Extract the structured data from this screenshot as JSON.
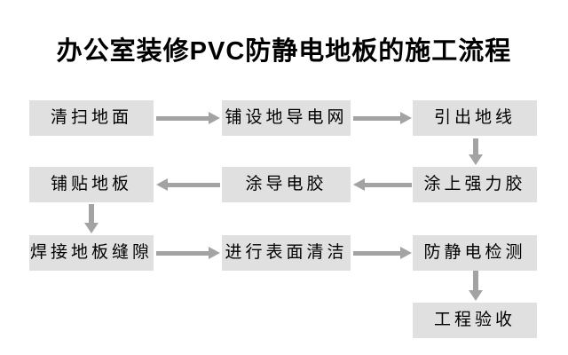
{
  "title": "办公室装修PVC防静电地板的施工流程",
  "flowchart": {
    "nodes": [
      {
        "id": "step-1",
        "label": "清扫地面"
      },
      {
        "id": "step-2",
        "label": "铺设地导电网"
      },
      {
        "id": "step-3",
        "label": "引出地线"
      },
      {
        "id": "step-4",
        "label": "涂上强力胶"
      },
      {
        "id": "step-5",
        "label": "涂导电胶"
      },
      {
        "id": "step-6",
        "label": "铺贴地板"
      },
      {
        "id": "step-7",
        "label": "焊接地板缝隙"
      },
      {
        "id": "step-8",
        "label": "进行表面清洁"
      },
      {
        "id": "step-9",
        "label": "防静电检测"
      },
      {
        "id": "step-10",
        "label": "工程验收"
      }
    ],
    "edges": [
      {
        "from": "清扫地面",
        "to": "铺设地导电网",
        "direction": "right"
      },
      {
        "from": "铺设地导电网",
        "to": "引出地线",
        "direction": "right"
      },
      {
        "from": "引出地线",
        "to": "涂上强力胶",
        "direction": "down"
      },
      {
        "from": "涂上强力胶",
        "to": "涂导电胶",
        "direction": "left"
      },
      {
        "from": "涂导电胶",
        "to": "铺贴地板",
        "direction": "left"
      },
      {
        "from": "铺贴地板",
        "to": "焊接地板缝隙",
        "direction": "down"
      },
      {
        "from": "焊接地板缝隙",
        "to": "进行表面清洁",
        "direction": "right"
      },
      {
        "from": "进行表面清洁",
        "to": "防静电检测",
        "direction": "right"
      },
      {
        "from": "防静电检测",
        "to": "工程验收",
        "direction": "down"
      }
    ],
    "colors": {
      "box_bg": "#e0e0e0",
      "arrow": "#a3a3a3",
      "text": "#000000",
      "background": "#ffffff"
    }
  }
}
